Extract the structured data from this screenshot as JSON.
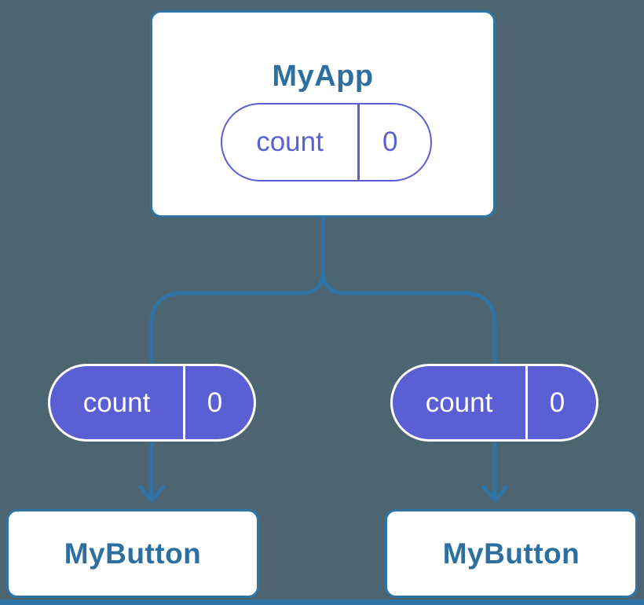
{
  "diagram": {
    "type": "component-tree",
    "colors": {
      "background": "#4D6570",
      "line": "#2F74A7",
      "label_text": "#2D6F9E",
      "purple": "#5A5FD3",
      "node_fill": "#FFFFFF",
      "bottom_bar": "#2F74A7"
    },
    "root": {
      "label": "MyApp",
      "state": {
        "name": "count",
        "value": "0"
      }
    },
    "children": [
      {
        "label": "MyButton",
        "state": {
          "name": "count",
          "value": "0"
        }
      },
      {
        "label": "MyButton",
        "state": {
          "name": "count",
          "value": "0"
        }
      }
    ]
  }
}
